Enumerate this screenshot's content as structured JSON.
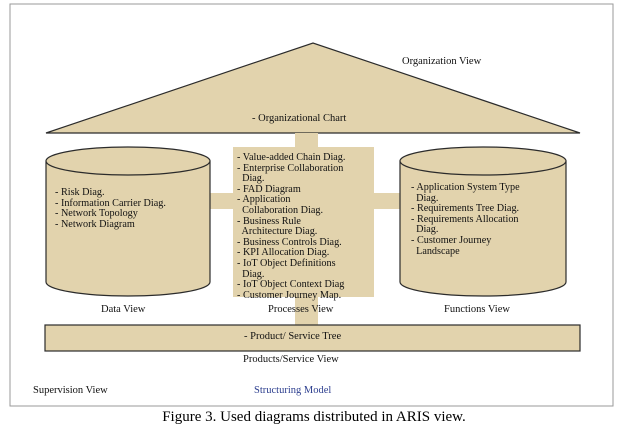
{
  "colors": {
    "fill": "#e2d3ad",
    "stroke": "#2b2b2b",
    "frame": "#9a9a9a",
    "accent_blue": "#2d3f8f"
  },
  "diagram": {
    "organization_view": {
      "title": "Organization View",
      "item": "- Organizational Chart"
    },
    "data_view": {
      "title": "Data View",
      "items": [
        "- Risk Diag.",
        "- Information Carrier Diag.",
        "- Network Topology",
        "- Network Diagram"
      ]
    },
    "processes_view": {
      "title": "Processes View",
      "items": [
        "- Value-added Chain Diag.",
        "- Enterprise Collaboration",
        "  Diag.",
        "- FAD Diagram",
        "- Application",
        "  Collaboration Diag.",
        "- Business Rule",
        "  Architecture Diag.",
        "- Business Controls Diag.",
        "- KPI Allocation Diag.",
        "- IoT Object Definitions",
        "  Diag.",
        "- IoT Object Context Diag",
        "- Customer Journey Map."
      ]
    },
    "functions_view": {
      "title": "Functions View",
      "items": [
        "- Application System Type",
        "  Diag.",
        "- Requirements Tree Diag.",
        "- Requirements Allocation",
        "  Diag.",
        "- Customer Journey",
        "  Landscape"
      ]
    },
    "products_view": {
      "title": "Products/Service View",
      "item": "- Product/ Service Tree"
    },
    "supervision_view": "Supervision View",
    "structuring_model": "Structuring Model"
  },
  "caption": "Figure 3. Used diagrams distributed in ARIS view."
}
